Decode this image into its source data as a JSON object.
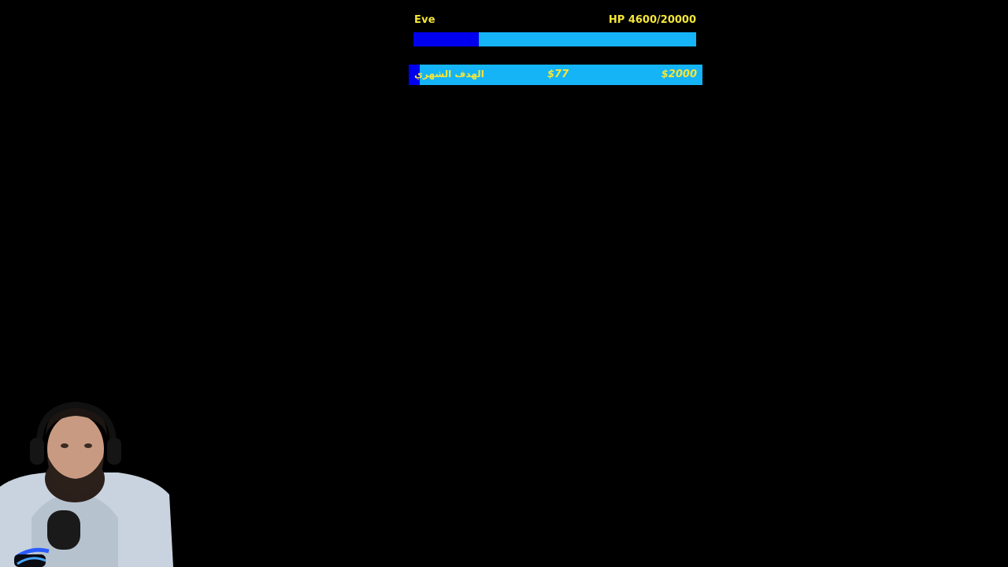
{
  "hp": {
    "name": "Eve",
    "value_text": "HP 4600/20000",
    "current": 4600,
    "max": 20000,
    "fill_color": "#0000ee",
    "track_color": "#14b4f7",
    "text_color": "#f5e63a"
  },
  "goal": {
    "title": "الهدف الشهري",
    "current_text": "$77",
    "target_text": "$2000",
    "current": 77,
    "target": 2000,
    "fill_color": "#0000ee",
    "track_color": "#14b4f7"
  },
  "webcam": {
    "icon": "streamer-webcam-icon"
  }
}
